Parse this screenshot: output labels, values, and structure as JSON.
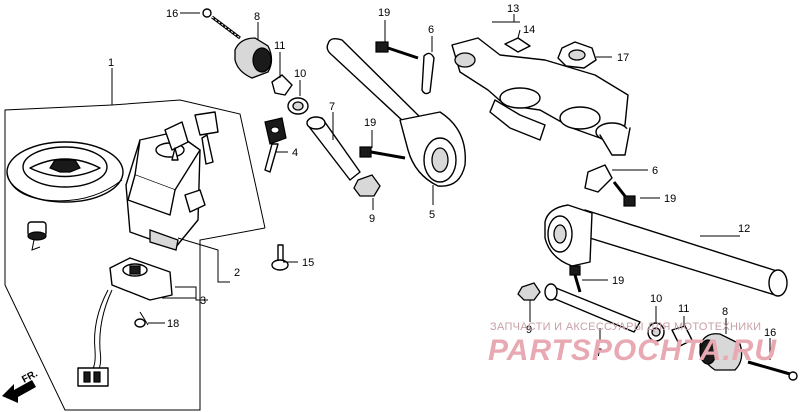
{
  "callouts": {
    "c1": "1",
    "c2": "2",
    "c3": "3",
    "c4": "4",
    "c5": "5",
    "c6a": "6",
    "c6b": "6",
    "c7a": "7",
    "c7b": "7",
    "c8a": "8",
    "c8b": "8",
    "c9a": "9",
    "c9b": "9",
    "c10a": "10",
    "c10b": "10",
    "c11a": "11",
    "c11b": "11",
    "c12": "12",
    "c13": "13",
    "c14": "14",
    "c15": "15",
    "c16a": "16",
    "c16b": "16",
    "c17": "17",
    "c18": "18",
    "c19a": "19",
    "c19b": "19",
    "c19c": "19",
    "c19d": "19"
  },
  "direction": "FR.",
  "watermark": {
    "tagline": "ЗАПЧАСТИ И АКСЕССУАРЫ ДЛЯ МОТОТЕХНИКИ",
    "brand": "PARTSPOCHTA.RU"
  }
}
